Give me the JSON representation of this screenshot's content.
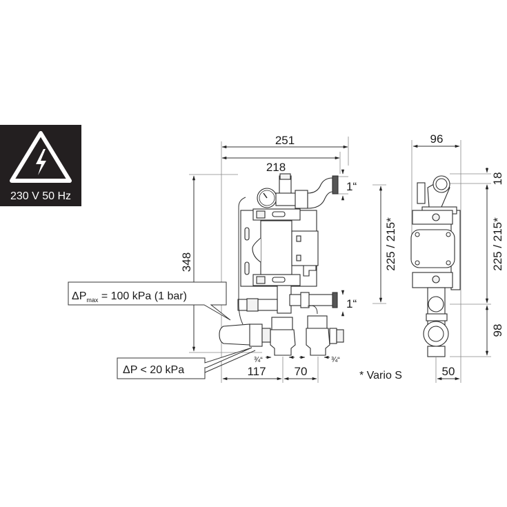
{
  "warning_badge": {
    "icon": "high-voltage-triangle-icon",
    "text": "230 V 50 Hz",
    "background": "#231f20",
    "foreground": "#ffffff"
  },
  "front_view": {
    "dimensions": {
      "overall_width": "251",
      "inner_width": "218",
      "height": "348",
      "connection_top": "1“",
      "connection_mid": "1“",
      "center_height": "225 / 215*",
      "left_offset": "117",
      "valve_spacing": "70",
      "outlet_left": "¾“",
      "outlet_right": "¾“"
    },
    "callouts": {
      "dp_max_prefix": "ΔP",
      "dp_max_sub": "max",
      "dp_max_suffix": " = 100 kPa (1 bar)",
      "dp_min": "ΔP < 20 kPa"
    }
  },
  "side_view": {
    "dimensions": {
      "width": "96",
      "top_offset": "18",
      "center_height": "225 / 215*",
      "bottom_height": "98",
      "depth": "50"
    }
  },
  "footnote": "* Vario S"
}
